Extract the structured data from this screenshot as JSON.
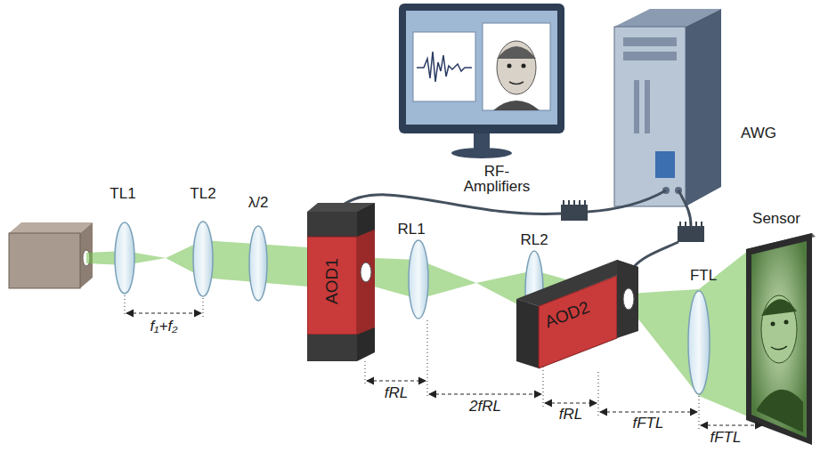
{
  "diagram": {
    "nodes": [
      {
        "text": [
          "AOD1"
        ]
      },
      {
        "text": [
          "AOD2"
        ]
      }
    ],
    "labels": [
      "TL1",
      "TL2",
      "λ/2",
      "f₁+f₂",
      "RL1",
      "RL2",
      "FTL",
      "Sensor",
      "RF- Amplifiers",
      "AWG",
      "fRL",
      "2fRL",
      "fRL",
      "fFTL",
      "fFTL"
    ]
  }
}
